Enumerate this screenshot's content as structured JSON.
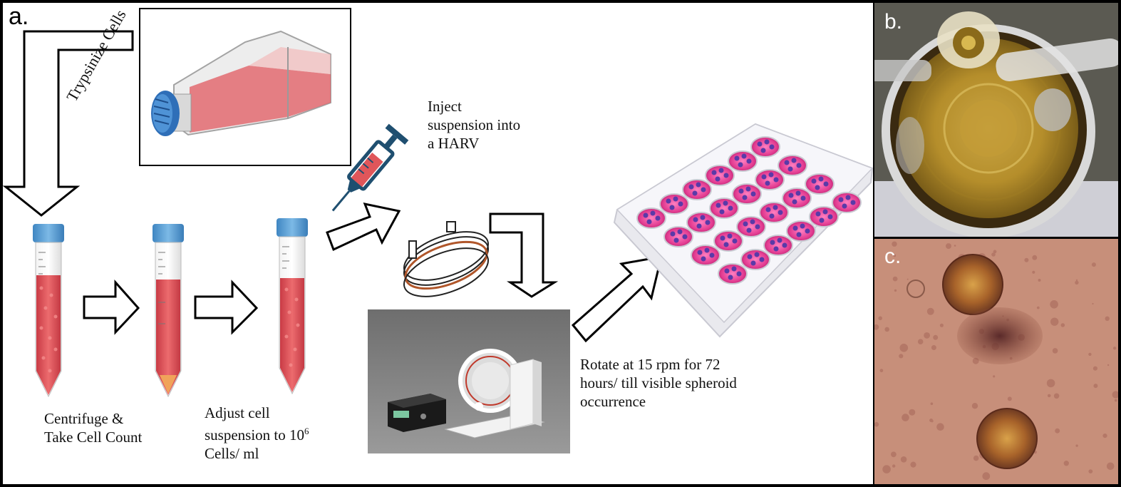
{
  "panels": {
    "a": {
      "letter": "a."
    },
    "b": {
      "letter": "b."
    },
    "c": {
      "letter": "c."
    }
  },
  "steps": {
    "trypsinize": "Trypsinize Cells",
    "centrifuge_line1": "Centrifuge &",
    "centrifuge_line2": "Take Cell Count",
    "adjust_line1": "Adjust cell",
    "adjust_line2": "suspension to 10",
    "adjust_sup": "6",
    "adjust_line3": "Cells/ ml",
    "inject_line1": "Inject",
    "inject_line2": "suspension into",
    "inject_line3": "a HARV",
    "rotate_line1": "Rotate at 15 rpm for 72",
    "rotate_line2": "hours/ till visible spheroid",
    "rotate_line3": "occurrence"
  },
  "colors": {
    "media_red": "#e0565a",
    "cap_blue": "#5b9fd4",
    "flask_cap": "#2f6fb8",
    "plate_pink": "#e0287e",
    "spheroid_purple": "#5a3aa8",
    "harv_amber": "#b58e2b"
  }
}
